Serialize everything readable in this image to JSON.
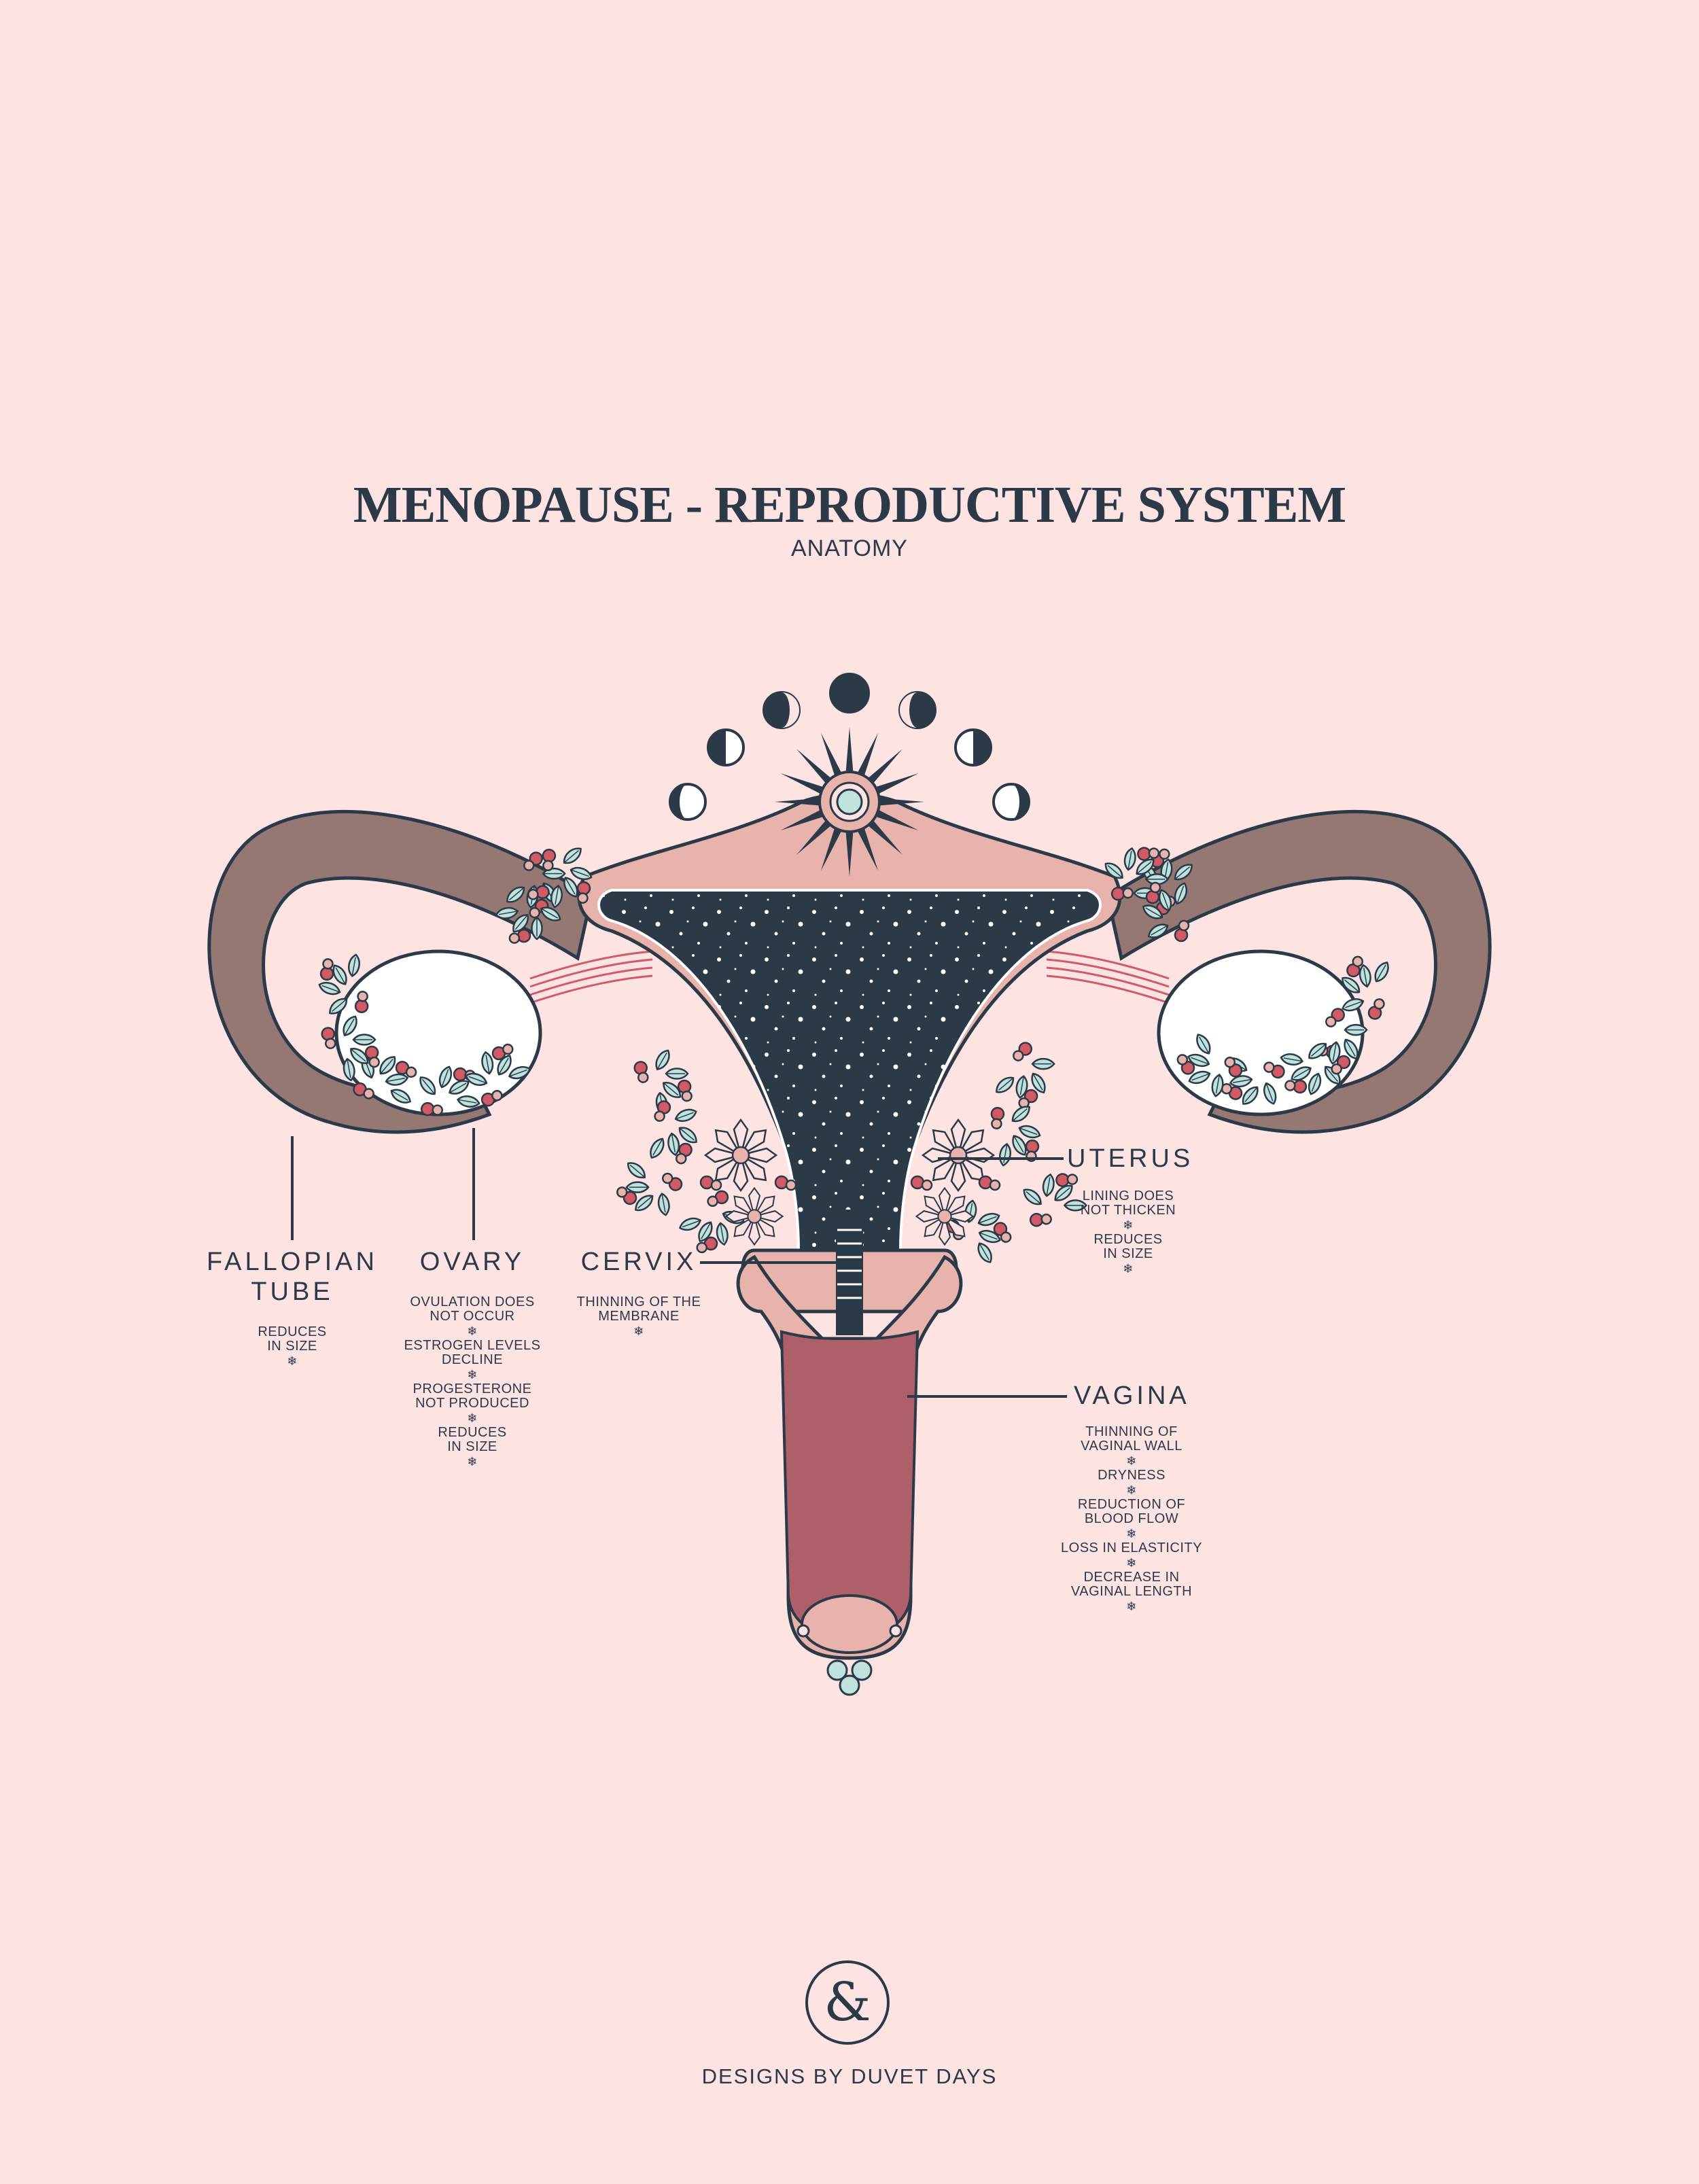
{
  "header": {
    "title": "MENOPAUSE - REPRODUCTIVE SYSTEM",
    "subtitle": "ANATOMY"
  },
  "labels": {
    "fallopian_tube": {
      "name_line1": "FALLOPIAN",
      "name_line2": "TUBE",
      "notes": [
        [
          "REDUCES",
          "IN SIZE"
        ]
      ]
    },
    "ovary": {
      "name": "OVARY",
      "notes": [
        [
          "OVULATION DOES",
          "NOT OCCUR"
        ],
        [
          "ESTROGEN LEVELS",
          "DECLINE"
        ],
        [
          "PROGESTERONE",
          "NOT PRODUCED"
        ],
        [
          "REDUCES",
          "IN SIZE"
        ]
      ]
    },
    "cervix": {
      "name": "CERVIX",
      "notes": [
        [
          "THINNING OF THE",
          "MEMBRANE"
        ]
      ]
    },
    "uterus": {
      "name": "UTERUS",
      "notes": [
        [
          "LINING DOES",
          "NOT THICKEN"
        ],
        [
          "REDUCES",
          "IN SIZE"
        ]
      ]
    },
    "vagina": {
      "name": "VAGINA",
      "notes": [
        [
          "THINNING OF",
          "VAGINAL WALL"
        ],
        [
          "DRYNESS"
        ],
        [
          "REDUCTION OF",
          "BLOOD FLOW"
        ],
        [
          "LOSS IN ELASTICITY"
        ],
        [
          "DECREASE IN",
          "VAGINAL LENGTH"
        ]
      ]
    }
  },
  "footer": {
    "logo_symbol": "&",
    "credit": "DESIGNS BY DUVET DAYS"
  },
  "colors": {
    "background": "#fde4e3",
    "ink": "#2c3a48",
    "uterus_pink": "#e8b3ac",
    "tube_brown": "#957874",
    "vagina_red": "#ae606a",
    "mint": "#bfe3dc",
    "berry": "#d15a66"
  }
}
